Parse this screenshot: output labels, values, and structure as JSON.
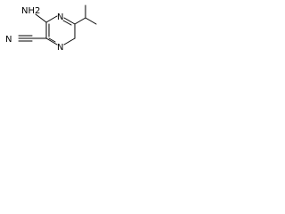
{
  "molecule": {
    "atoms": {
      "amino": "NH2",
      "nitrile_n": "N",
      "ring_n_top": "N",
      "ring_n_bottom": "N"
    },
    "colors": {
      "bond": "#000000",
      "text": "#000000"
    }
  }
}
